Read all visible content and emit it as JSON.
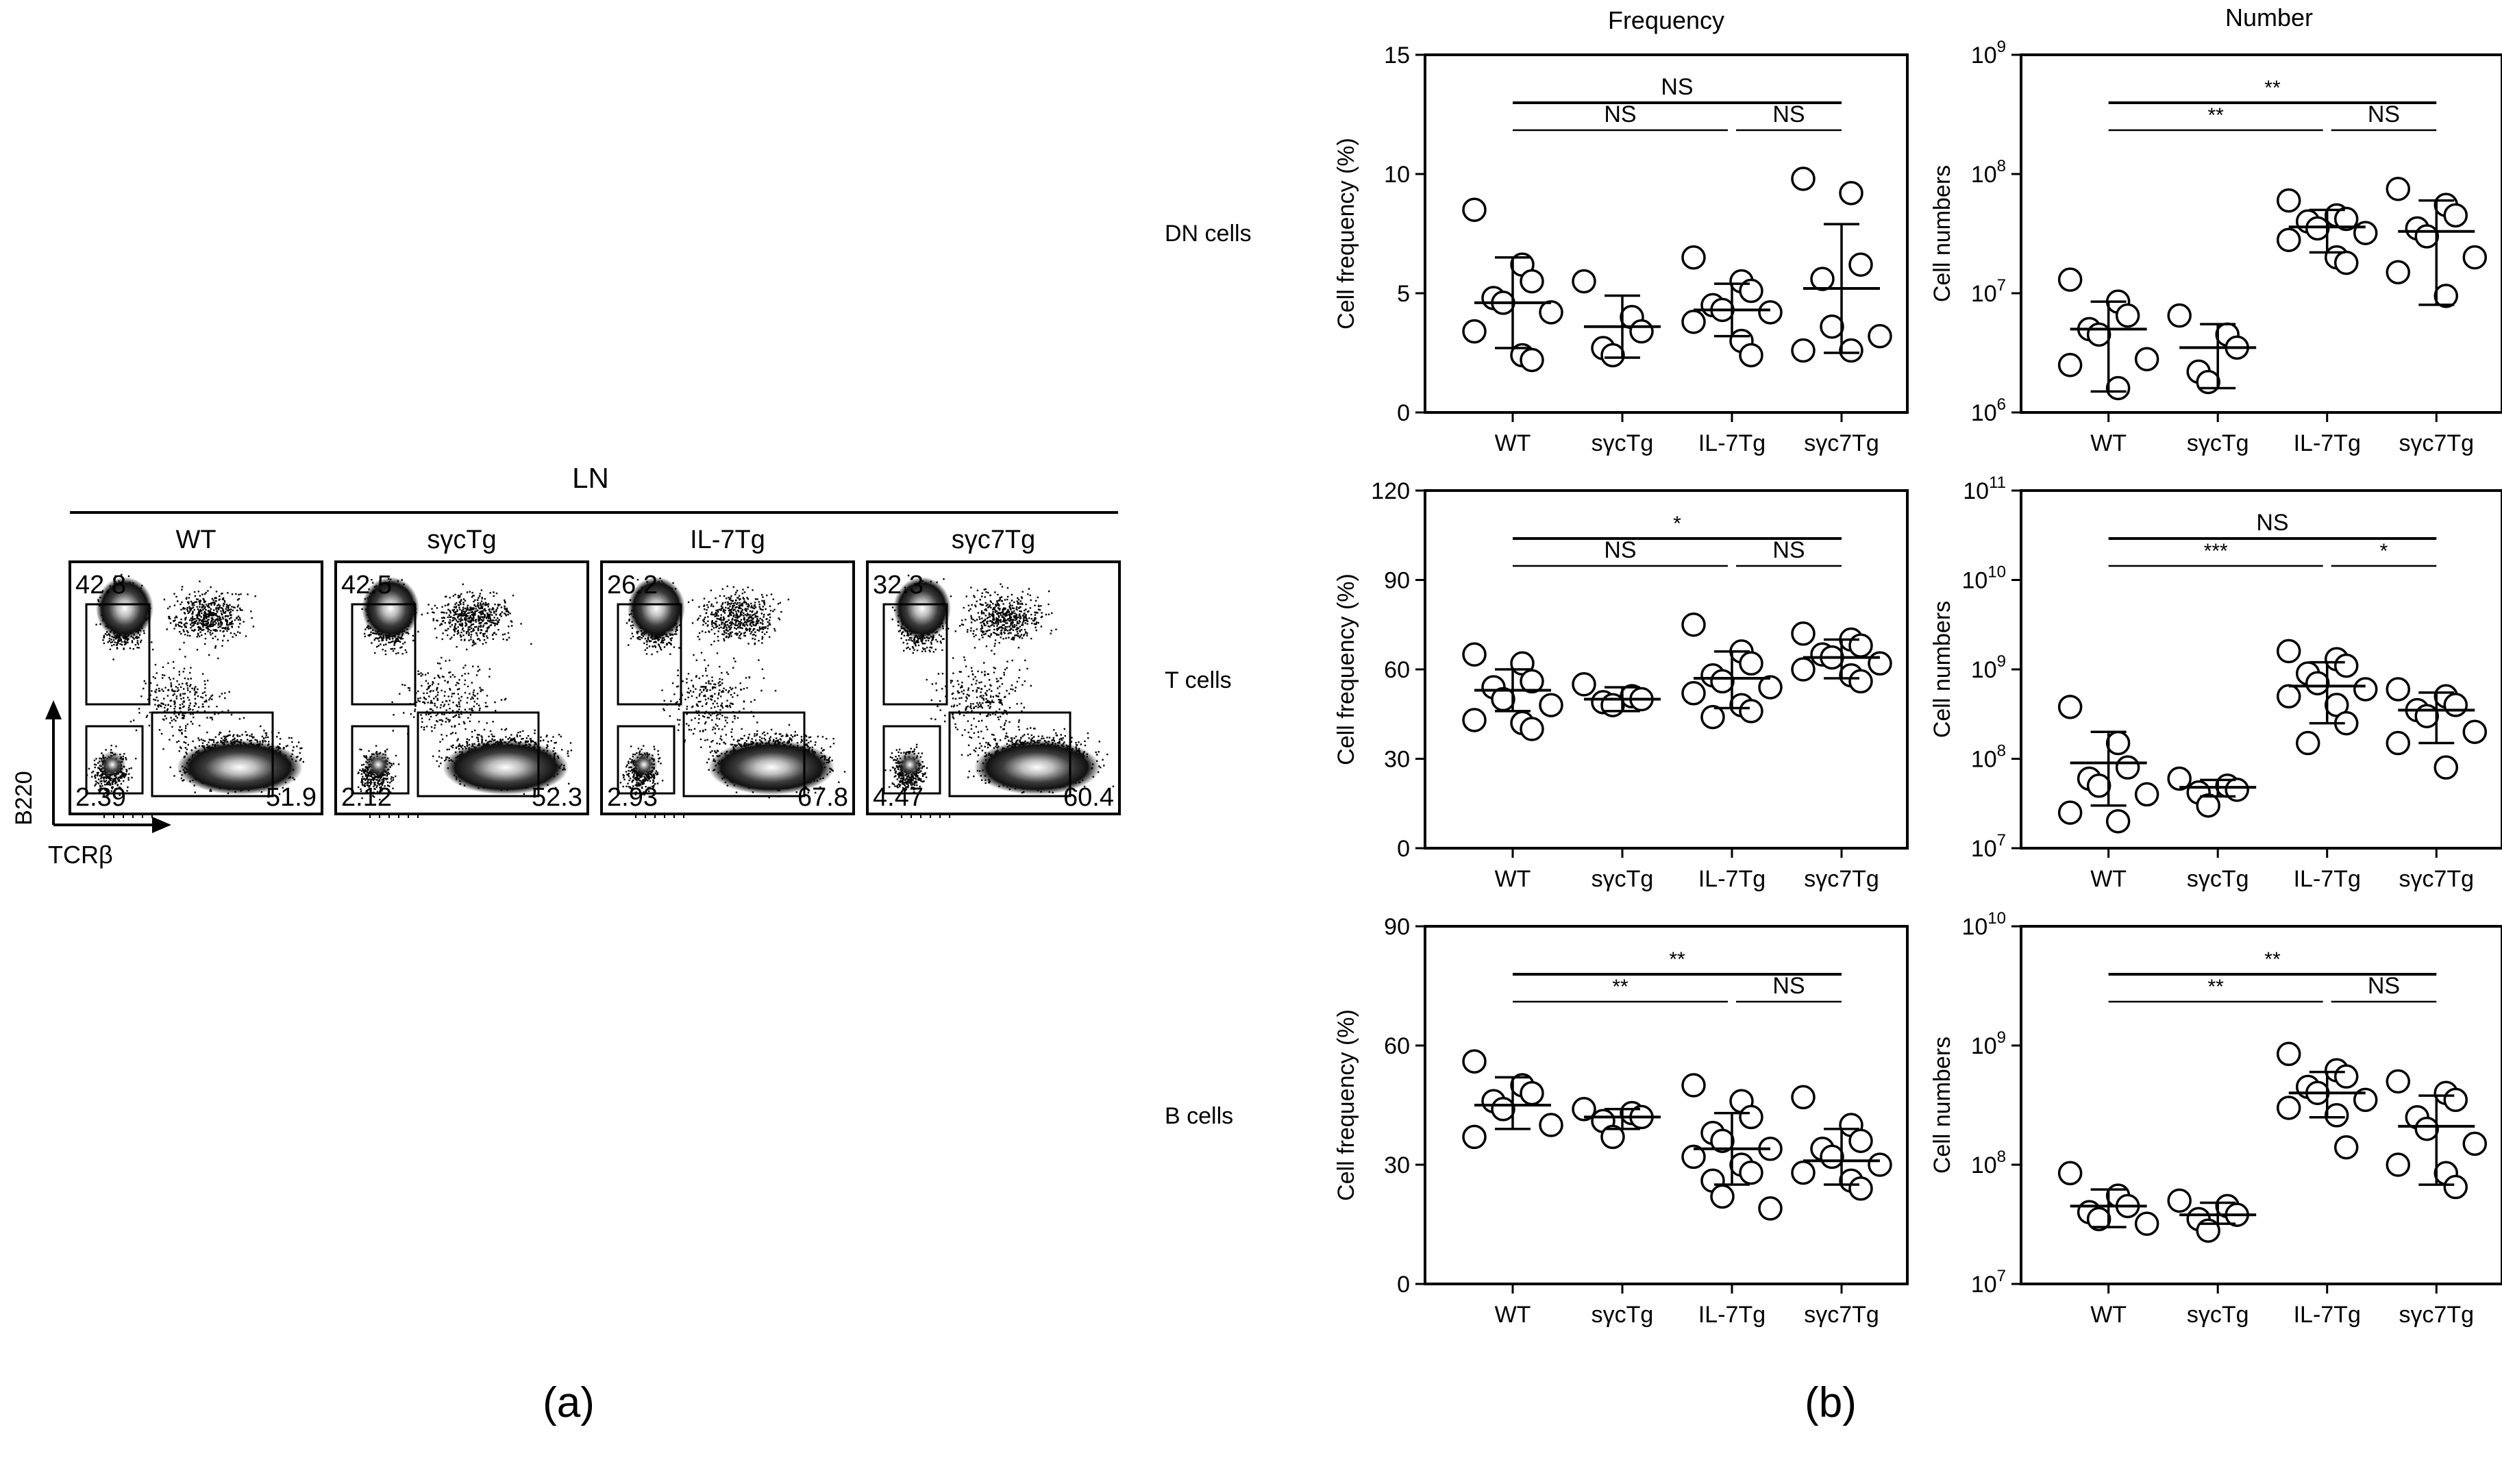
{
  "panel_labels": {
    "a": "(a)",
    "b": "(b)"
  },
  "flow": {
    "tissue": "LN",
    "y_axis_label": "B220",
    "x_axis_label": "TCRβ",
    "samples": [
      {
        "name": "WT",
        "b_cells": "42.8",
        "dn_cells": "2.39",
        "t_cells": "51.9"
      },
      {
        "name": "sγcTg",
        "b_cells": "42.5",
        "dn_cells": "2.12",
        "t_cells": "52.3"
      },
      {
        "name": "IL-7Tg",
        "b_cells": "26.2",
        "dn_cells": "2.93",
        "t_cells": "67.8"
      },
      {
        "name": "sγc7Tg",
        "b_cells": "32.3",
        "dn_cells": "4.47",
        "t_cells": "60.4"
      }
    ]
  },
  "column_titles": {
    "frequency": "Frequency",
    "number": "Number"
  },
  "row_labels": [
    "DN cells",
    "T cells",
    "B cells"
  ],
  "chart_data": [
    {
      "type": "scatter",
      "id": "dn-frequency",
      "categories": [
        "WT",
        "sγcTg",
        "IL-7Tg",
        "sγc7Tg"
      ],
      "ylabel": "Cell frequency (%)",
      "yscale": "linear",
      "ylim": [
        0,
        15
      ],
      "yticks": [
        "0",
        "5",
        "10",
        "15"
      ],
      "points": [
        [
          8.5,
          6.2,
          5.5,
          4.8,
          4.6,
          4.2,
          3.4,
          2.4,
          2.2
        ],
        [
          5.5,
          4.0,
          3.4,
          2.7,
          2.4
        ],
        [
          6.5,
          5.5,
          5.1,
          4.5,
          4.3,
          4.2,
          3.8,
          3.0,
          2.4
        ],
        [
          9.8,
          9.2,
          6.2,
          5.6,
          3.6,
          3.2,
          2.6,
          2.6
        ]
      ],
      "mean": [
        4.6,
        3.6,
        4.3,
        5.2
      ],
      "sd_upper": [
        6.5,
        4.9,
        5.4,
        7.9
      ],
      "sd_lower": [
        2.7,
        2.3,
        3.2,
        2.5
      ],
      "brackets": [
        {
          "from": 0,
          "to": 3,
          "label": "NS",
          "level": 0
        },
        {
          "from": 0,
          "to": 2,
          "label": "NS",
          "level": 1
        },
        {
          "from": 2,
          "to": 3,
          "label": "NS",
          "level": 1
        }
      ]
    },
    {
      "type": "scatter",
      "id": "dn-number",
      "categories": [
        "WT",
        "sγcTg",
        "IL-7Tg",
        "sγc7Tg"
      ],
      "ylabel": "Cell numbers",
      "yscale": "log",
      "ylim": [
        1000000,
        1000000000
      ],
      "ytick_exponents": [
        "6",
        "7",
        "8",
        "9"
      ],
      "points": [
        [
          13000000,
          8500000,
          6500000,
          5000000,
          4500000,
          2800000,
          2500000,
          1600000
        ],
        [
          6500000,
          4500000,
          3500000,
          2200000,
          1800000
        ],
        [
          60000000,
          45000000,
          42000000,
          40000000,
          35000000,
          32000000,
          28000000,
          20000000,
          18000000
        ],
        [
          75000000,
          55000000,
          45000000,
          35000000,
          30000000,
          20000000,
          15000000,
          9500000
        ]
      ],
      "mean": [
        5000000,
        3500000,
        36000000,
        33000000
      ],
      "sd_upper": [
        8500000,
        5500000,
        50000000,
        60000000
      ],
      "sd_lower": [
        1500000,
        1600000,
        22000000,
        8000000
      ],
      "brackets": [
        {
          "from": 0,
          "to": 3,
          "label": "**",
          "level": 0
        },
        {
          "from": 0,
          "to": 2,
          "label": "**",
          "level": 1
        },
        {
          "from": 2,
          "to": 3,
          "label": "NS",
          "level": 1
        }
      ]
    },
    {
      "type": "scatter",
      "id": "t-frequency",
      "categories": [
        "WT",
        "sγcTg",
        "IL-7Tg",
        "sγc7Tg"
      ],
      "ylabel": "Cell frequency (%)",
      "yscale": "linear",
      "ylim": [
        0,
        120
      ],
      "yticks": [
        "0",
        "30",
        "60",
        "90",
        "120"
      ],
      "points": [
        [
          65,
          62,
          56,
          54,
          50,
          48,
          43,
          42,
          40
        ],
        [
          55,
          51,
          50,
          49,
          48
        ],
        [
          75,
          66,
          62,
          58,
          56,
          54,
          52,
          48,
          46,
          44
        ],
        [
          72,
          70,
          68,
          65,
          64,
          62,
          60,
          58,
          56
        ]
      ],
      "mean": [
        53,
        50,
        57,
        64
      ],
      "sd_upper": [
        60,
        54,
        66,
        70
      ],
      "sd_lower": [
        46,
        46,
        47,
        57
      ],
      "brackets": [
        {
          "from": 0,
          "to": 3,
          "label": "*",
          "level": 0
        },
        {
          "from": 0,
          "to": 2,
          "label": "NS",
          "level": 1
        },
        {
          "from": 2,
          "to": 3,
          "label": "NS",
          "level": 1
        }
      ]
    },
    {
      "type": "scatter",
      "id": "t-number",
      "categories": [
        "WT",
        "sγcTg",
        "IL-7Tg",
        "sγc7Tg"
      ],
      "ylabel": "Cell numbers",
      "yscale": "log",
      "ylim": [
        10000000,
        100000000000
      ],
      "ytick_exponents": [
        "7",
        "8",
        "9",
        "10",
        "11"
      ],
      "points": [
        [
          380000000,
          150000000,
          80000000,
          60000000,
          50000000,
          40000000,
          25000000,
          20000000
        ],
        [
          60000000,
          50000000,
          45000000,
          42000000,
          30000000
        ],
        [
          1600000000,
          1300000000,
          1100000000,
          900000000,
          700000000,
          600000000,
          500000000,
          400000000,
          250000000,
          150000000
        ],
        [
          600000000,
          500000000,
          400000000,
          350000000,
          300000000,
          200000000,
          150000000,
          80000000
        ]
      ],
      "mean": [
        90000000,
        48000000,
        650000000,
        350000000
      ],
      "sd_upper": [
        200000000,
        58000000,
        1200000000,
        550000000
      ],
      "sd_lower": [
        30000000,
        38000000,
        250000000,
        150000000
      ],
      "brackets": [
        {
          "from": 0,
          "to": 3,
          "label": "NS",
          "level": 0
        },
        {
          "from": 0,
          "to": 2,
          "label": "***",
          "level": 1
        },
        {
          "from": 2,
          "to": 3,
          "label": "*",
          "level": 1
        }
      ]
    },
    {
      "type": "scatter",
      "id": "b-frequency",
      "categories": [
        "WT",
        "sγcTg",
        "IL-7Tg",
        "sγc7Tg"
      ],
      "ylabel": "Cell frequency (%)",
      "yscale": "linear",
      "ylim": [
        0,
        90
      ],
      "yticks": [
        "0",
        "30",
        "60",
        "90"
      ],
      "points": [
        [
          56,
          50,
          48,
          46,
          44,
          40,
          37
        ],
        [
          44,
          43,
          42,
          41,
          37
        ],
        [
          50,
          46,
          42,
          38,
          36,
          34,
          32,
          30,
          28,
          26,
          22,
          19
        ],
        [
          47,
          40,
          36,
          34,
          32,
          30,
          28,
          26,
          24
        ]
      ],
      "mean": [
        45,
        42,
        34,
        31
      ],
      "sd_upper": [
        52,
        44,
        43,
        39
      ],
      "sd_lower": [
        39,
        39,
        25,
        25
      ],
      "brackets": [
        {
          "from": 0,
          "to": 3,
          "label": "**",
          "level": 0
        },
        {
          "from": 0,
          "to": 2,
          "label": "**",
          "level": 1
        },
        {
          "from": 2,
          "to": 3,
          "label": "NS",
          "level": 1
        }
      ]
    },
    {
      "type": "scatter",
      "id": "b-number",
      "categories": [
        "WT",
        "sγcTg",
        "IL-7Tg",
        "sγc7Tg"
      ],
      "ylabel": "Cell numbers",
      "yscale": "log",
      "ylim": [
        10000000,
        10000000000
      ],
      "ytick_exponents": [
        "7",
        "8",
        "9",
        "10"
      ],
      "points": [
        [
          85000000,
          55000000,
          45000000,
          40000000,
          35000000,
          32000000
        ],
        [
          50000000,
          45000000,
          38000000,
          35000000,
          28000000
        ],
        [
          850000000,
          620000000,
          550000000,
          450000000,
          400000000,
          350000000,
          300000000,
          260000000,
          140000000
        ],
        [
          500000000,
          400000000,
          350000000,
          250000000,
          200000000,
          150000000,
          100000000,
          85000000,
          65000000
        ]
      ],
      "mean": [
        45000000,
        38000000,
        400000000,
        210000000
      ],
      "sd_upper": [
        62000000,
        48000000,
        600000000,
        380000000
      ],
      "sd_lower": [
        30000000,
        32000000,
        250000000,
        68000000
      ]
    }
  ],
  "b_number_brackets": [
    {
      "from": 0,
      "to": 3,
      "label": "**",
      "level": 0
    },
    {
      "from": 0,
      "to": 2,
      "label": "**",
      "level": 1
    },
    {
      "from": 2,
      "to": 3,
      "label": "NS",
      "level": 1
    }
  ]
}
